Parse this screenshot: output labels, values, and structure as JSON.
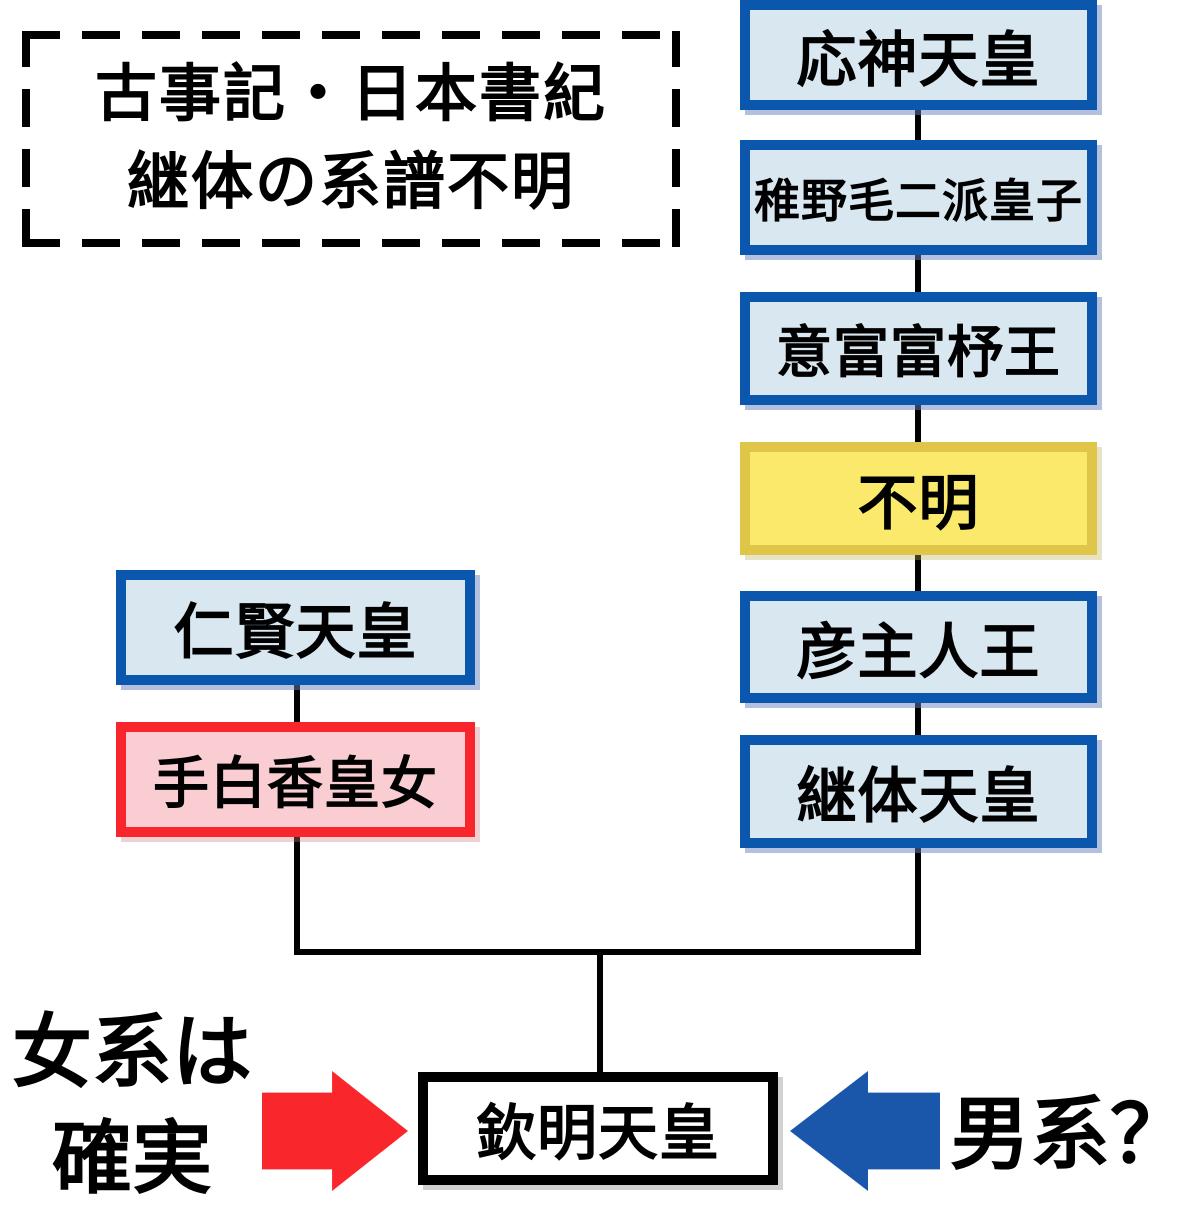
{
  "note_box": {
    "line1": "古事記・日本書紀",
    "line2": "継体の系譜不明"
  },
  "right_nodes": [
    {
      "label": "応神天皇",
      "variant": "blue"
    },
    {
      "label": "稚野毛二派皇子",
      "variant": "blue"
    },
    {
      "label": "意富富杼王",
      "variant": "blue"
    },
    {
      "label": "不明",
      "variant": "yellow"
    },
    {
      "label": "彦主人王",
      "variant": "blue"
    },
    {
      "label": "継体天皇",
      "variant": "blue"
    }
  ],
  "left_nodes": [
    {
      "label": "仁賢天皇",
      "variant": "blue"
    },
    {
      "label": "手白香皇女",
      "variant": "pink"
    }
  ],
  "result_node": {
    "label": "欽明天皇",
    "variant": "plain"
  },
  "captions": {
    "female_line1": "女系は",
    "female_line2": "確実",
    "male": "男系？"
  },
  "icons": {
    "red_arrow": "right-arrow",
    "blue_arrow": "left-arrow"
  },
  "colors": {
    "box_blue_border": "#0b57ad",
    "box_blue_fill": "#d9e7f1",
    "box_yellow_border": "#e0c648",
    "box_yellow_fill": "#fae96a",
    "box_pink_border": "#f8262c",
    "box_pink_fill": "#f9cdd2",
    "arrow_red": "#f9262b",
    "arrow_blue": "#1a57aa",
    "line_black": "#000000"
  }
}
